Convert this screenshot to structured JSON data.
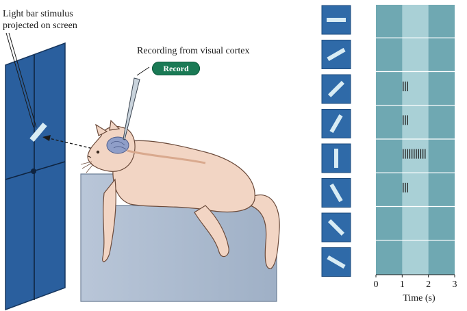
{
  "labels": {
    "stimulus_line1": "Light bar stimulus",
    "stimulus_line2": "projected on screen",
    "recording": "Recording from visual cortex",
    "record_button": "Record"
  },
  "raster": {
    "x_ticks": [
      "0",
      "1",
      "2",
      "3"
    ],
    "x_title": "Time (s)",
    "stimulus_on": 1,
    "stimulus_off": 2,
    "orientations_deg": [
      0,
      -30,
      -45,
      -60,
      90,
      60,
      45,
      30
    ],
    "spike_counts": [
      0,
      0,
      3,
      3,
      11,
      3,
      0,
      0
    ]
  },
  "colors": {
    "screen": "#2a5f9e",
    "raster_bg": "#6fa8b2",
    "raster_stim": "#a9d0d6",
    "tile": "#2f6aa8",
    "bar": "#d8ecf4",
    "cat": "#f2d5c4",
    "table": "#a8b7cc",
    "brain": "#8f9ec8",
    "record": "#1a7a55"
  }
}
